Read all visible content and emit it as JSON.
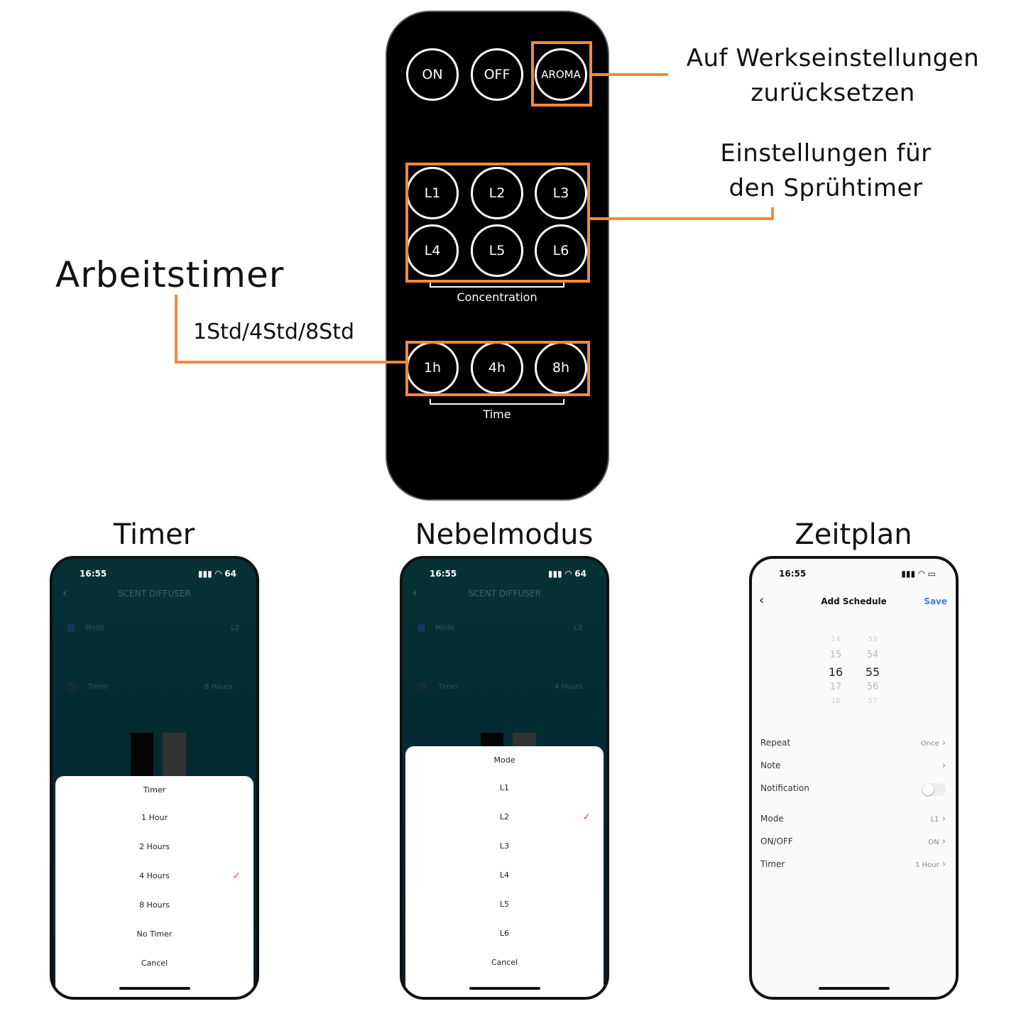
{
  "colors": {
    "accent": "#f28a3c",
    "remote": "#000000",
    "check": "#e8543a",
    "save": "#3a7bf0"
  },
  "remote": {
    "top_buttons": [
      "ON",
      "OFF",
      "AROMA"
    ],
    "levels": [
      "L1",
      "L2",
      "L3",
      "L4",
      "L5",
      "L6"
    ],
    "levels_label": "Concentration",
    "times": [
      "1h",
      "4h",
      "8h"
    ],
    "times_label": "Time"
  },
  "annotations": {
    "reset": [
      "Auf Werkseinstellungen",
      "zurücksetzen"
    ],
    "spray": [
      "Einstellungen für",
      "den Sprühtimer"
    ],
    "work_title": "Arbeitstimer",
    "work_sub": "1Std/4Std/8Std"
  },
  "headings": [
    "Timer",
    "Nebelmodus",
    "Zeitplan"
  ],
  "phone_common": {
    "time": "16:55",
    "battery": "64",
    "app_title": "SCENT DIFFUSER",
    "mode_label": "Mode",
    "timer_label": "Timer"
  },
  "phone_timer": {
    "mode_value": "L2",
    "timer_value": "8 Hours",
    "sheet_title": "Timer",
    "options": [
      "1 Hour",
      "2 Hours",
      "4 Hours",
      "8 Hours",
      "No Timer"
    ],
    "selected": "4 Hours",
    "cancel": "Cancel"
  },
  "phone_mode": {
    "mode_value": "L3",
    "timer_value": "4 Hours",
    "sheet_title": "Mode",
    "options": [
      "L1",
      "L2",
      "L3",
      "L4",
      "L5",
      "L6"
    ],
    "selected": "L2",
    "cancel": "Cancel"
  },
  "phone_schedule": {
    "title": "Add Schedule",
    "save": "Save",
    "hours": [
      "14",
      "15",
      "16",
      "17",
      "18"
    ],
    "minutes": [
      "53",
      "54",
      "55",
      "56",
      "57"
    ],
    "rows": [
      {
        "label": "Repeat",
        "value": "Once"
      },
      {
        "label": "Note",
        "value": ""
      },
      {
        "label": "Notification",
        "toggle": false
      },
      {
        "label": "Mode",
        "value": "L1"
      },
      {
        "label": "ON/OFF",
        "value": "ON"
      },
      {
        "label": "Timer",
        "value": "1 Hour"
      }
    ]
  }
}
